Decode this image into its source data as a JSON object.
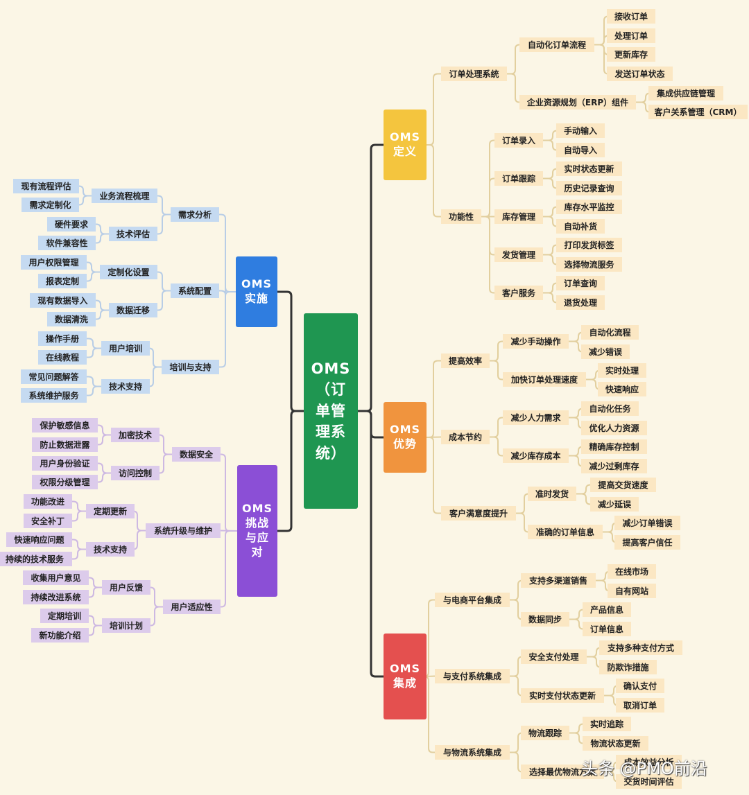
{
  "center": "OMS（订单管理系统）",
  "watermark": "头条 @PMO前沿",
  "colors": {
    "center": "#1f9651",
    "def": "#f4c53e",
    "adv": "#f0943e",
    "integ": "#e4504f",
    "impl": "#2f7de0",
    "chal": "#8b4fd6",
    "right_node": "#fbe7c3",
    "impl_node": "#c5daf1",
    "chal_node": "#dccbeb",
    "line": "#333333",
    "right_line": "#e2cf9e",
    "impl_line": "#b8cde6",
    "chal_line": "#cdb8e2"
  },
  "branches": {
    "definition": {
      "label": "OMS定义",
      "children": [
        {
          "label": "订单处理系统",
          "children": [
            {
              "label": "自动化订单流程",
              "children": [
                "接收订单",
                "处理订单",
                "更新库存",
                "发送订单状态"
              ]
            },
            {
              "label": "企业资源规划（ERP）组件",
              "children": [
                "集成供应链管理",
                "客户关系管理（CRM）"
              ]
            }
          ]
        },
        {
          "label": "功能性",
          "children": [
            {
              "label": "订单录入",
              "children": [
                "手动输入",
                "自动导入"
              ]
            },
            {
              "label": "订单跟踪",
              "children": [
                "实时状态更新",
                "历史记录查询"
              ]
            },
            {
              "label": "库存管理",
              "children": [
                "库存水平监控",
                "自动补货"
              ]
            },
            {
              "label": "发货管理",
              "children": [
                "打印发货标签",
                "选择物流服务"
              ]
            },
            {
              "label": "客户服务",
              "children": [
                "订单查询",
                "退货处理"
              ]
            }
          ]
        }
      ]
    },
    "advantages": {
      "label": "OMS优势",
      "children": [
        {
          "label": "提高效率",
          "children": [
            {
              "label": "减少手动操作",
              "children": [
                "自动化流程",
                "减少错误"
              ]
            },
            {
              "label": "加快订单处理速度",
              "children": [
                "实时处理",
                "快速响应"
              ]
            }
          ]
        },
        {
          "label": "成本节约",
          "children": [
            {
              "label": "减少人力需求",
              "children": [
                "自动化任务",
                "优化人力资源"
              ]
            },
            {
              "label": "减少库存成本",
              "children": [
                "精确库存控制",
                "减少过剩库存"
              ]
            }
          ]
        },
        {
          "label": "客户满意度提升",
          "children": [
            {
              "label": "准时发货",
              "children": [
                "提高交货速度",
                "减少延误"
              ]
            },
            {
              "label": "准确的订单信息",
              "children": [
                "减少订单错误",
                "提高客户信任"
              ]
            }
          ]
        }
      ]
    },
    "integration": {
      "label": "OMS集成",
      "children": [
        {
          "label": "与电商平台集成",
          "children": [
            {
              "label": "支持多渠道销售",
              "children": [
                "在线市场",
                "自有网站"
              ]
            },
            {
              "label": "数据同步",
              "children": [
                "产品信息",
                "订单信息"
              ]
            }
          ]
        },
        {
          "label": "与支付系统集成",
          "children": [
            {
              "label": "安全支付处理",
              "children": [
                "支持多种支付方式",
                "防欺诈措施"
              ]
            },
            {
              "label": "实时支付状态更新",
              "children": [
                "确认支付",
                "取消订单"
              ]
            }
          ]
        },
        {
          "label": "与物流系统集成",
          "children": [
            {
              "label": "物流跟踪",
              "children": [
                "实时追踪",
                "物流状态更新"
              ]
            },
            {
              "label": "选择最优物流方案",
              "children": [
                "成本效益分析",
                "交货时间评估"
              ]
            }
          ]
        }
      ]
    },
    "implementation": {
      "label": "OMS实施",
      "children": [
        {
          "label": "需求分析",
          "children": [
            {
              "label": "业务流程梳理",
              "children": [
                "现有流程评估",
                "需求定制化"
              ]
            },
            {
              "label": "技术评估",
              "children": [
                "硬件要求",
                "软件兼容性"
              ]
            }
          ]
        },
        {
          "label": "系统配置",
          "children": [
            {
              "label": "定制化设置",
              "children": [
                "用户权限管理",
                "报表定制"
              ]
            },
            {
              "label": "数据迁移",
              "children": [
                "现有数据导入",
                "数据清洗"
              ]
            }
          ]
        },
        {
          "label": "培训与支持",
          "children": [
            {
              "label": "用户培训",
              "children": [
                "操作手册",
                "在线教程"
              ]
            },
            {
              "label": "技术支持",
              "children": [
                "常见问题解答",
                "系统维护服务"
              ]
            }
          ]
        }
      ]
    },
    "challenges": {
      "label": "OMS挑战与应对",
      "children": [
        {
          "label": "数据安全",
          "children": [
            {
              "label": "加密技术",
              "children": [
                "保护敏感信息",
                "防止数据泄露"
              ]
            },
            {
              "label": "访问控制",
              "children": [
                "用户身份验证",
                "权限分级管理"
              ]
            }
          ]
        },
        {
          "label": "系统升级与维护",
          "children": [
            {
              "label": "定期更新",
              "children": [
                "功能改进",
                "安全补丁"
              ]
            },
            {
              "label": "技术支持",
              "children": [
                "快速响应问题",
                "持续的技术服务"
              ]
            }
          ]
        },
        {
          "label": "用户适应性",
          "children": [
            {
              "label": "用户反馈",
              "children": [
                "收集用户意见",
                "持续改进系统"
              ]
            },
            {
              "label": "培训计划",
              "children": [
                "定期培训",
                "新功能介绍"
              ]
            }
          ]
        }
      ]
    }
  }
}
